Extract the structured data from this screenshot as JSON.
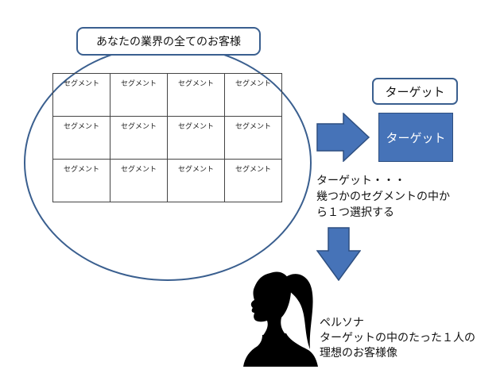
{
  "market": {
    "title": "あなたの業界の全てのお客様",
    "segments": [
      [
        "セグメント",
        "セグメント",
        "セグメント",
        "セグメント"
      ],
      [
        "セグメント",
        "セグメント",
        "セグメント",
        "セグメント"
      ],
      [
        "セグメント",
        "セグメント",
        "セグメント",
        "セグメント"
      ]
    ]
  },
  "target": {
    "label": "ターゲット",
    "box_text": "ターゲット",
    "description": [
      "ターゲット・・・",
      "幾つかのセグメントの中か",
      "ら１つ選択する"
    ]
  },
  "persona": {
    "lines": [
      "ペルソナ",
      "ターゲットの中のたった１人の",
      "理想のお客様像"
    ]
  },
  "colors": {
    "accent_blue": "#4673b8",
    "outline_blue": "#3a5f8f",
    "silhouette": "#000000"
  },
  "icons": {
    "arrow_right": "arrow-right-icon",
    "arrow_down": "arrow-down-icon",
    "persona": "woman-silhouette-icon"
  }
}
